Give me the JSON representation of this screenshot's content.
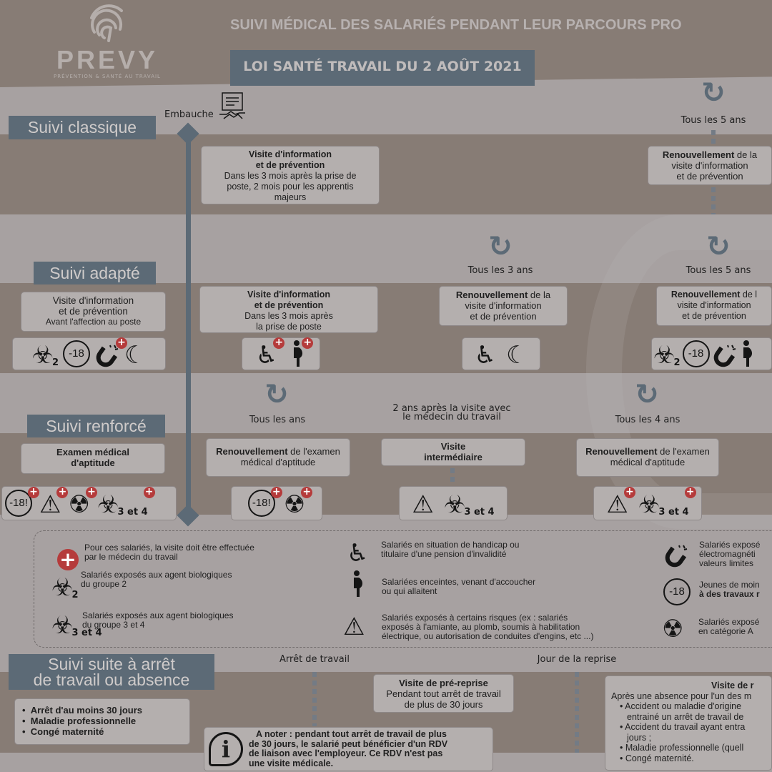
{
  "logo": {
    "name": "PREVY",
    "tagline": "PRÉVENTION & SANTÉ AU TRAVAIL"
  },
  "title": "SUIVI MÉDICAL DES SALARIÉS PENDANT LEUR PARCOURS PRO",
  "subtitle": "LOI SANTÉ TRAVAIL DU 2 AOÛT 2021",
  "colors": {
    "band_dark": "#877c75",
    "band_light": "#a7a1a1",
    "label_blue": "#5c6a76",
    "badge_red": "#b53b3b"
  },
  "timeline": {
    "start": "Embauche",
    "start_icon": "contract-handshake"
  },
  "classique": {
    "label": "Suivi classique",
    "box1": {
      "title1": "Visite d'information",
      "title2": "et de prévention",
      "l1": "Dans les 3 mois après la prise de",
      "l2": "poste, 2 mois pour les apprentis",
      "l3": "majeurs"
    },
    "renew": {
      "freq": "Tous les 5 ans",
      "bold": "Renouvellement",
      "rest": " de la",
      "l2": "visite d'information",
      "l3": "et de prévention"
    }
  },
  "adapte": {
    "label": "Suivi adapté",
    "pre": {
      "l1": "Visite d'information",
      "l2": "et de prévention",
      "l3": "Avant l'affection au poste",
      "icons": [
        {
          "icon": "biohazard",
          "sub": "2"
        },
        {
          "icon": "minor"
        },
        {
          "icon": "magnet",
          "badge": true
        },
        {
          "icon": "moon"
        }
      ]
    },
    "box1": {
      "title1": "Visite d'information",
      "title2": "et de prévention",
      "l1": "Dans les 3 mois après",
      "l2": "la prise de poste",
      "icons": [
        {
          "icon": "wheelchair",
          "badge": true
        },
        {
          "icon": "pregnant",
          "badge": true
        }
      ]
    },
    "renew3": {
      "freq": "Tous les 3 ans",
      "bold": "Renouvellement",
      "rest": " de la",
      "l2": "visite d'information",
      "l3": "et de prévention",
      "icons": [
        {
          "icon": "wheelchair"
        },
        {
          "icon": "moon"
        }
      ]
    },
    "renew5": {
      "freq": "Tous les 5 ans",
      "bold": "Renouvellement",
      "rest": " de l",
      "l2": "visite d'information",
      "l3": "et de prévention",
      "icons": [
        {
          "icon": "biohazard",
          "sub": "2"
        },
        {
          "icon": "minor"
        },
        {
          "icon": "magnet"
        },
        {
          "icon": "pregnant"
        }
      ]
    }
  },
  "renforce": {
    "label": "Suivi renforcé",
    "pre": {
      "l1": "Examen médical",
      "l2": "d'aptitude",
      "icons": [
        {
          "icon": "minor-excl",
          "badge": true
        },
        {
          "icon": "warning",
          "badge": true
        },
        {
          "icon": "radiation",
          "badge": true
        },
        {
          "icon": "biohazard",
          "sub": "3 et 4",
          "badge": true
        }
      ]
    },
    "renew1": {
      "freq": "Tous les ans",
      "bold": "Renouvellement",
      "rest": " de l'examen",
      "l2": "médical d'aptitude",
      "icons": [
        {
          "icon": "minor-excl",
          "badge": true
        },
        {
          "icon": "radiation",
          "badge": true
        }
      ]
    },
    "inter": {
      "cap1": "2 ans après la visite avec",
      "cap2": "le médecin du travail",
      "l1": "Visite",
      "l2": "intermédiaire",
      "icons": [
        {
          "icon": "warning"
        },
        {
          "icon": "biohazard",
          "sub": "3 et 4"
        }
      ]
    },
    "renew4": {
      "freq": "Tous les 4 ans",
      "bold": "Renouvellement",
      "rest": " de l'examen",
      "l2": "médical d'aptitude",
      "icons": [
        {
          "icon": "warning",
          "badge": true
        },
        {
          "icon": "biohazard",
          "sub": "3 et 4",
          "badge": true
        }
      ]
    }
  },
  "legend": [
    {
      "icon": "plus",
      "l1": "Pour ces salariés, la visite doit être effectuée",
      "l2": "par le médecin du travail"
    },
    {
      "icon": "biohazard",
      "sub": "2",
      "l1": "Salariés exposés aux agent biologiques",
      "l2": "du groupe 2"
    },
    {
      "icon": "biohazard",
      "sub": "3 et 4",
      "l1": "Salariés exposés aux agent biologiques",
      "l2": "du groupe 3 et 4"
    },
    {
      "icon": "wheelchair",
      "l1": "Salariés en situation de handicap ou",
      "l2": "titulaire d'une pension d'invalidité"
    },
    {
      "icon": "pregnant",
      "l1": "Salariées enceintes, venant d'accoucher",
      "l2": "ou qui allaitent"
    },
    {
      "icon": "warning",
      "l1": "Salariés exposés à certains risques (ex : salariés",
      "l2": "exposés à l'amiante, au plomb, soumis à habilitation",
      "l3": "électrique, ou autorisation de conduites d'engins, etc ...)"
    },
    {
      "icon": "magnet",
      "l1": "Salariés exposé",
      "l2": "électromagnéti",
      "l3": "valeurs limites"
    },
    {
      "icon": "minor",
      "l1": "Jeunes de moin",
      "l2": "à des travaux r"
    },
    {
      "icon": "radiation",
      "l1": "Salariés exposé",
      "l2": "en catégorie A"
    }
  ],
  "arret": {
    "label1": "Suivi suite à arrêt",
    "label2": "de travail ou absence",
    "start": "Arrêt de travail",
    "end": "Jour de la reprise",
    "reasons": [
      "Arrêt d'au moins 30 jours",
      "Maladie professionnelle",
      "Congé maternité"
    ],
    "prereprise": {
      "title": "Visite de pré-reprise",
      "l1": "Pendant tout arrêt de travail",
      "l2": "de plus de 30 jours"
    },
    "note": {
      "l1": "A noter : pendant tout arrêt de travail de plus",
      "l2": "de 30 jours, le salarié peut bénéficier d'un RDV",
      "l3": "de liaison avec l'employeur. Ce RDV n'est pas",
      "l4": "une visite médicale."
    },
    "reprise": {
      "title": "Visite de r",
      "intro": "Après une absence pour l'un des m",
      "items": [
        "Accident ou maladie d'origine",
        "entrainé un arrêt de travail de",
        "Accident du travail ayant entra",
        "jours ;",
        "Maladie professionnelle (quell",
        "Congé maternité."
      ]
    }
  }
}
